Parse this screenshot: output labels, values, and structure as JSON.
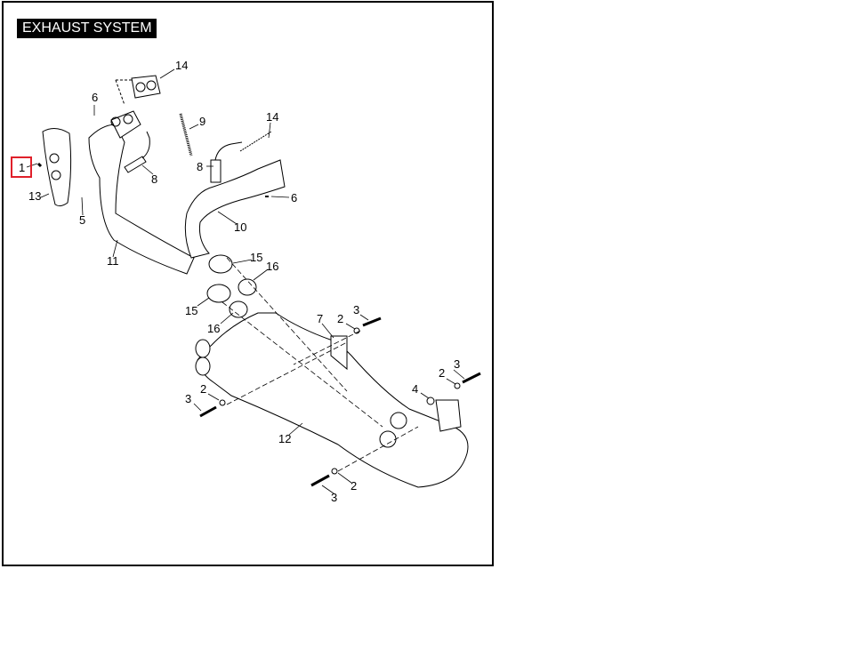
{
  "title": "EXHAUST SYSTEM",
  "highlight_color": "#e0202a",
  "callouts": [
    "1",
    "13",
    "5",
    "6",
    "14",
    "9",
    "8",
    "8",
    "14",
    "6",
    "10",
    "11",
    "15",
    "16",
    "15",
    "16",
    "7",
    "2",
    "3",
    "3",
    "2",
    "4",
    "2",
    "3",
    "12",
    "2",
    "3"
  ],
  "highlighted_callout": "1"
}
